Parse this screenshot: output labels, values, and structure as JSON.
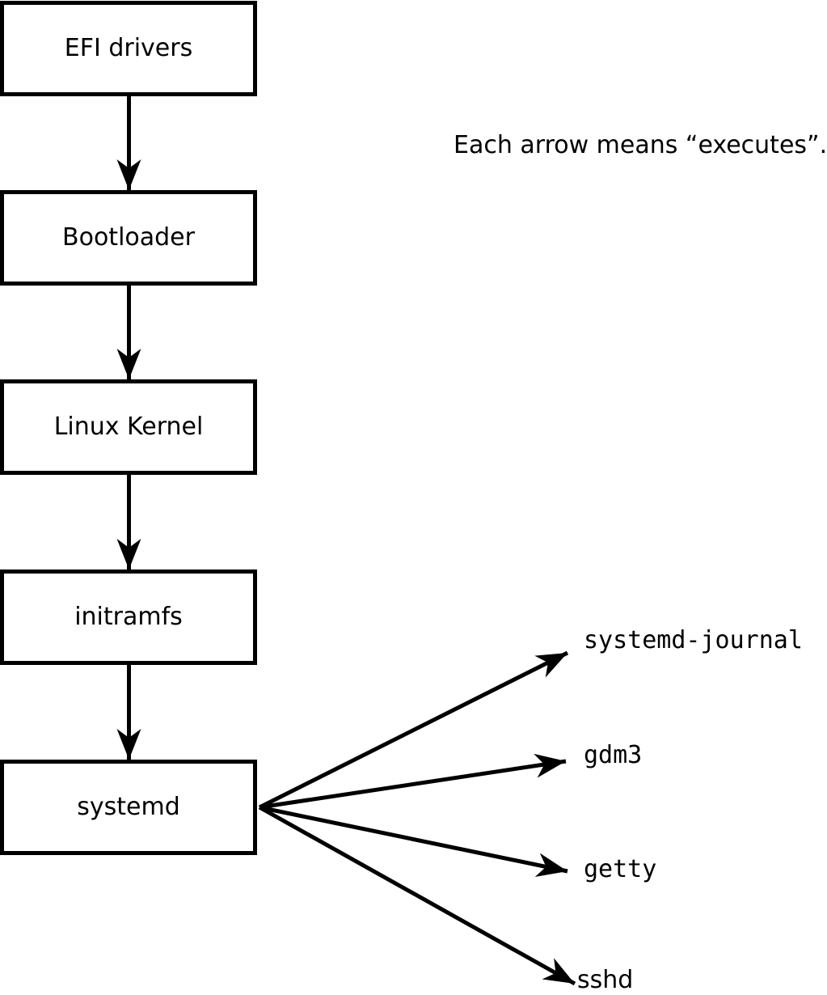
{
  "diagram": {
    "title_note": "Each arrow means “executes”.",
    "arrow_meaning": "executes",
    "chain": [
      {
        "label": "EFI drivers"
      },
      {
        "label": "Bootloader"
      },
      {
        "label": "Linux Kernel"
      },
      {
        "label": "initramfs"
      },
      {
        "label": "systemd"
      }
    ],
    "spawned": {
      "journal": "systemd-journal",
      "gdm3": "gdm3",
      "getty": "getty",
      "sshd": "sshd"
    },
    "colors": {
      "line": "#000000",
      "text": "#000000",
      "box_fill": "#ffffff",
      "background": "#ffffff"
    }
  }
}
